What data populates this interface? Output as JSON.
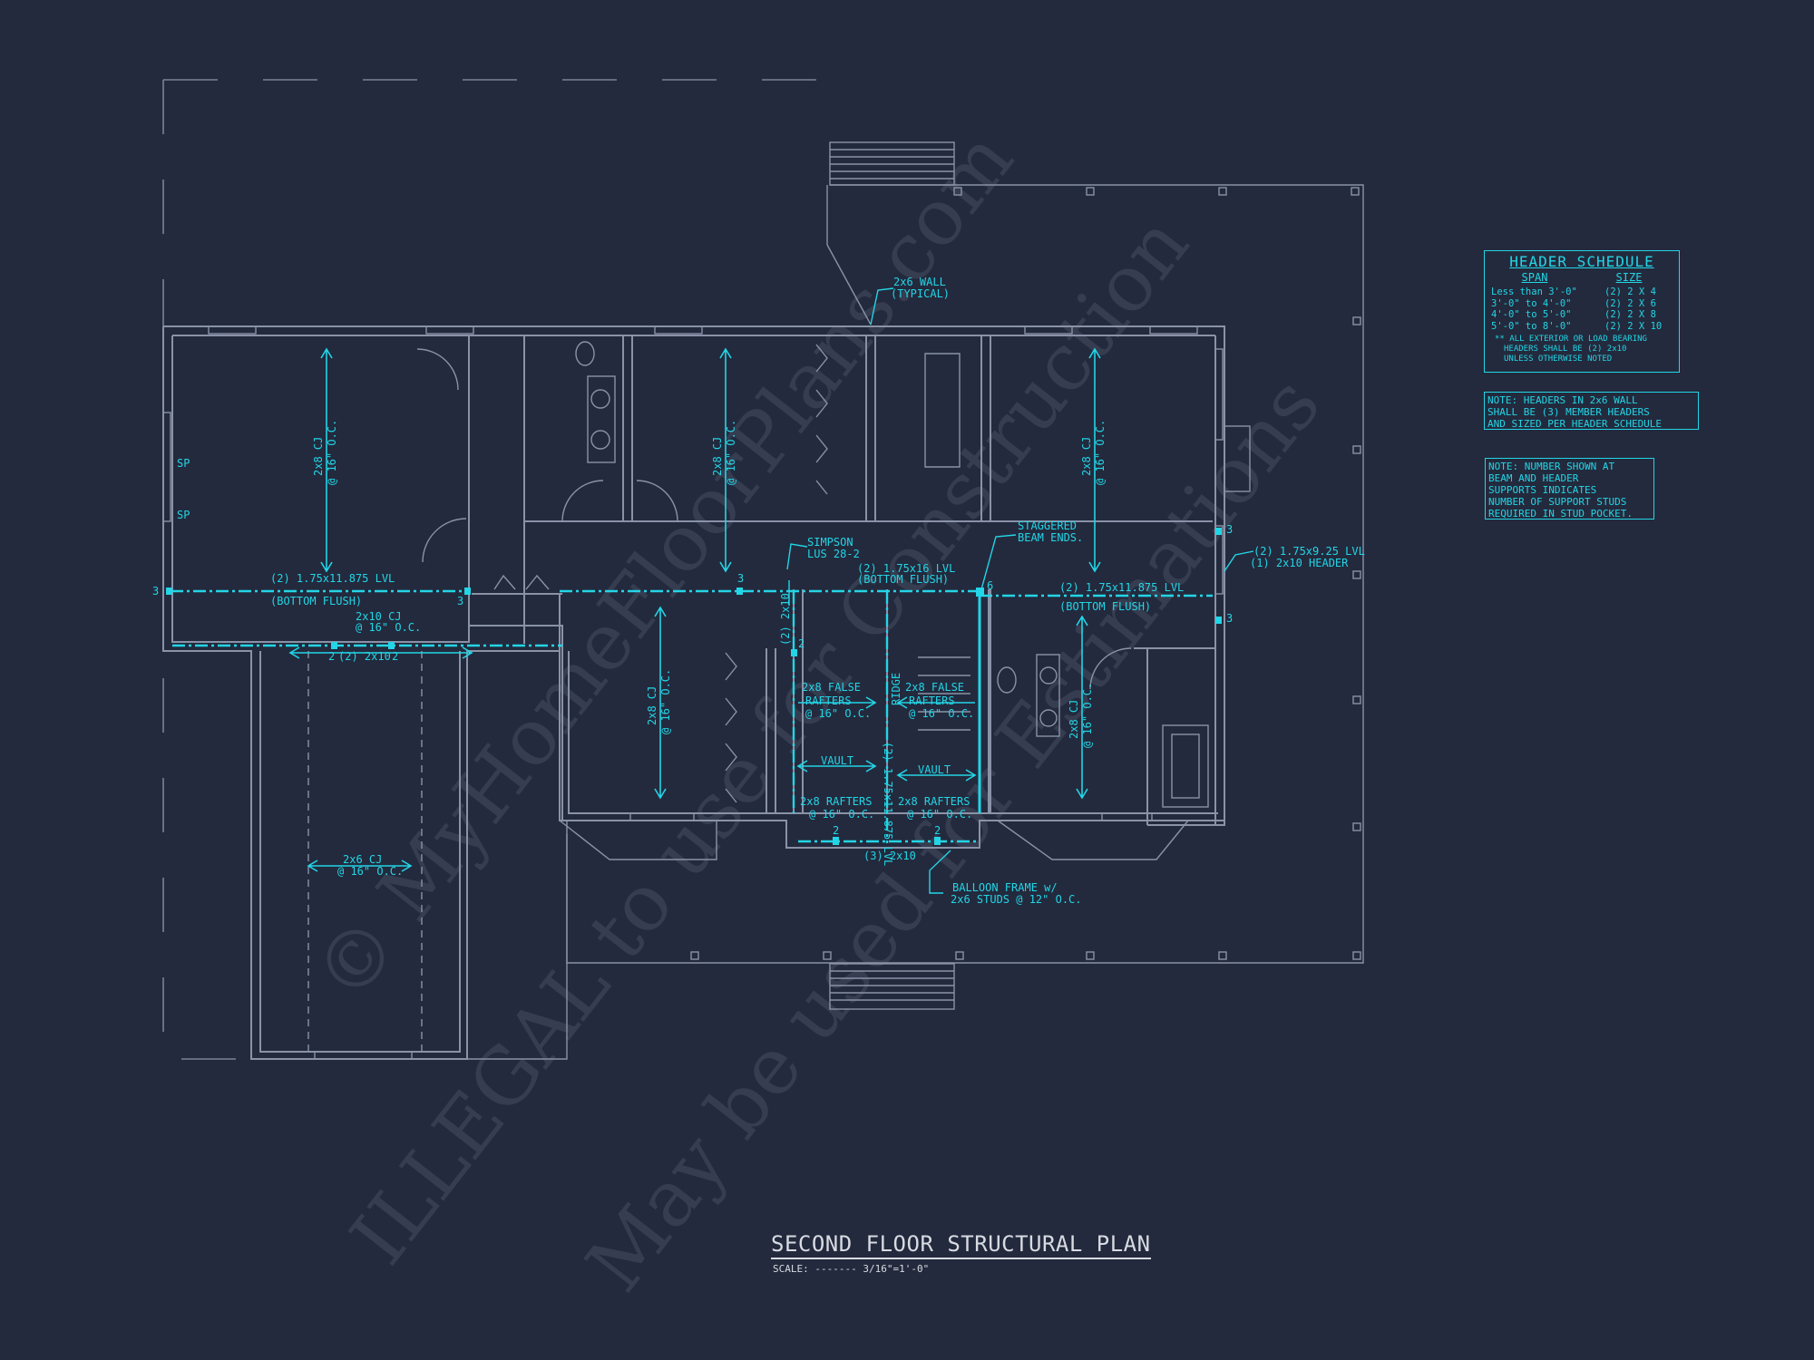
{
  "title": "SECOND FLOOR STRUCTURAL PLAN",
  "scale": "SCALE: ------- 3/16\"=1'-0\"",
  "watermark": {
    "line1": "© MyHomeFloorPlans.com",
    "line2": "ILLEGAL to use for Construction",
    "line3": "May be used for Estimations"
  },
  "header_schedule": {
    "title": "HEADER SCHEDULE",
    "col_span": "SPAN",
    "col_size": "SIZE",
    "rows": [
      {
        "span": "Less than 3'-0\"",
        "size": "(2) 2 X 4"
      },
      {
        "span": "3'-0\" to 4'-0\"",
        "size": "(2) 2 X 6"
      },
      {
        "span": "4'-0\" to 5'-0\"",
        "size": "(2) 2 X 8"
      },
      {
        "span": "5'-0\" to 8'-0\"",
        "size": "(2) 2 X 10"
      }
    ],
    "footnote1": "** ALL EXTERIOR OR LOAD BEARING",
    "footnote2": "HEADERS SHALL BE (2) 2x10",
    "footnote3": "UNLESS OTHERWISE NOTED"
  },
  "note_headers": {
    "line1": "NOTE: HEADERS IN 2x6 WALL",
    "line2": "SHALL BE (3) MEMBER HEADERS",
    "line3": "AND SIZED PER HEADER SCHEDULE"
  },
  "note_studs": {
    "line1": "NOTE: NUMBER SHOWN AT",
    "line2": "BEAM AND HEADER",
    "line3": "SUPPORTS INDICATES",
    "line4": "NUMBER OF SUPPORT STUDS",
    "line5": "REQUIRED IN STUD POCKET."
  },
  "labels": {
    "wall_typ_1": "2x6 WALL",
    "wall_typ_2": "(TYPICAL)",
    "cj_16": "2x8 CJ",
    "oc_16": "@ 16\" O.C.",
    "sp": "SP",
    "lvl_left": "(2) 1.75x11.875 LVL",
    "bottom_flush": "(BOTTOM FLUSH)",
    "cj_2x10": "2x10 CJ",
    "dbl_2x10": "(2) 2x10",
    "simpson_1": "SIMPSON",
    "simpson_2": "LUS 28-2",
    "lvl_mid": "(2) 1.75x16 LVL",
    "lvl_mid_2": "(BOTTOM FLUSH)",
    "staggered_1": "STAGGERED",
    "staggered_2": "BEAM ENDS.",
    "lvl_right": "(2) 1.75x11.875 LVL",
    "lvl_925_1": "(2) 1.75x9.25 LVL",
    "lvl_925_2": "(1) 2x10 HEADER",
    "false_rafters_1": "2x8 FALSE",
    "false_rafters_2": "RAFTERS",
    "vault": "VAULT",
    "rafters": "2x8 RAFTERS",
    "ridge_lvl": "(2) 1.75x11.875 LVL",
    "ridge": "RIDGE",
    "triple_2x10": "(3) 2x10",
    "balloon_1": "BALLOON FRAME w/",
    "balloon_2": "2x6 STUDS @ 12\" O.C.",
    "cj_2x6": "2x6 CJ",
    "n3": "3",
    "n2": "2",
    "n6": "6"
  }
}
